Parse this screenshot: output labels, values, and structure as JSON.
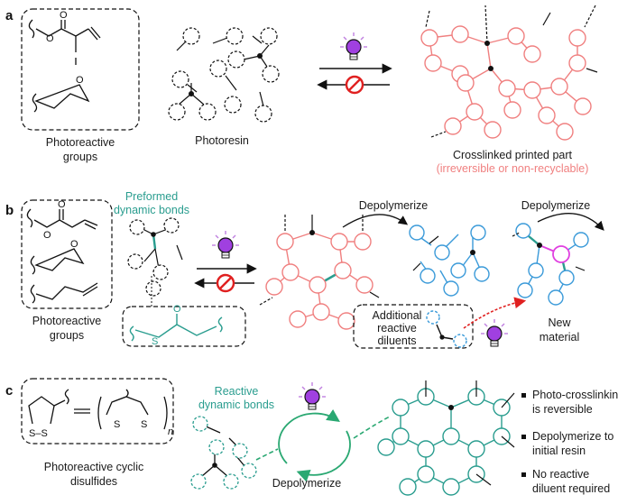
{
  "panels": {
    "a": {
      "letter": "a",
      "photoreactive_groups": [
        "Photoreactive",
        "groups"
      ],
      "photoresin": "Photoresin",
      "crosslinked_part": "Crosslinked printed part",
      "irreversible_note": "(irreversible or non-recyclable)",
      "chem_o1": "O",
      "chem_o2": "O",
      "chem_o3": "O"
    },
    "b": {
      "letter": "b",
      "preformed": [
        "Preformed",
        "dynamic bonds"
      ],
      "depolymerize_1": "Depolymerize",
      "depolymerize_2": "Depolymerize",
      "photoreactive_groups": [
        "Photoreactive",
        "groups"
      ],
      "additional_diluents": [
        "Additional",
        "reactive",
        "diluents"
      ],
      "new_material": [
        "New",
        "material"
      ],
      "chem_o1": "O",
      "chem_o2": "O",
      "chem_o3": "O",
      "chem_s": "S",
      "chem_o4": "O"
    },
    "c": {
      "letter": "c",
      "reactive_dynamic": [
        "Reactive",
        "dynamic bonds"
      ],
      "depolymerize": "Depolymerize",
      "photoreactive_cyclic": [
        "Photoreactive cyclic",
        "disulfides"
      ],
      "bullets": [
        [
          "Photo-crosslinking",
          "is reversible"
        ],
        [
          "Depolymerize to",
          "initial resin"
        ],
        [
          "No reactive",
          "diluent required"
        ]
      ],
      "chem_s1": "S–S",
      "chem_s2": "S",
      "chem_s3": "S",
      "chem_n": "n"
    }
  },
  "colors": {
    "pink": "#f08080",
    "teal": "#2a9d8f",
    "blue": "#3a9ad9",
    "magenta": "#e040e0",
    "red": "#e02020",
    "purple": "#a040e0",
    "black": "#111111"
  }
}
